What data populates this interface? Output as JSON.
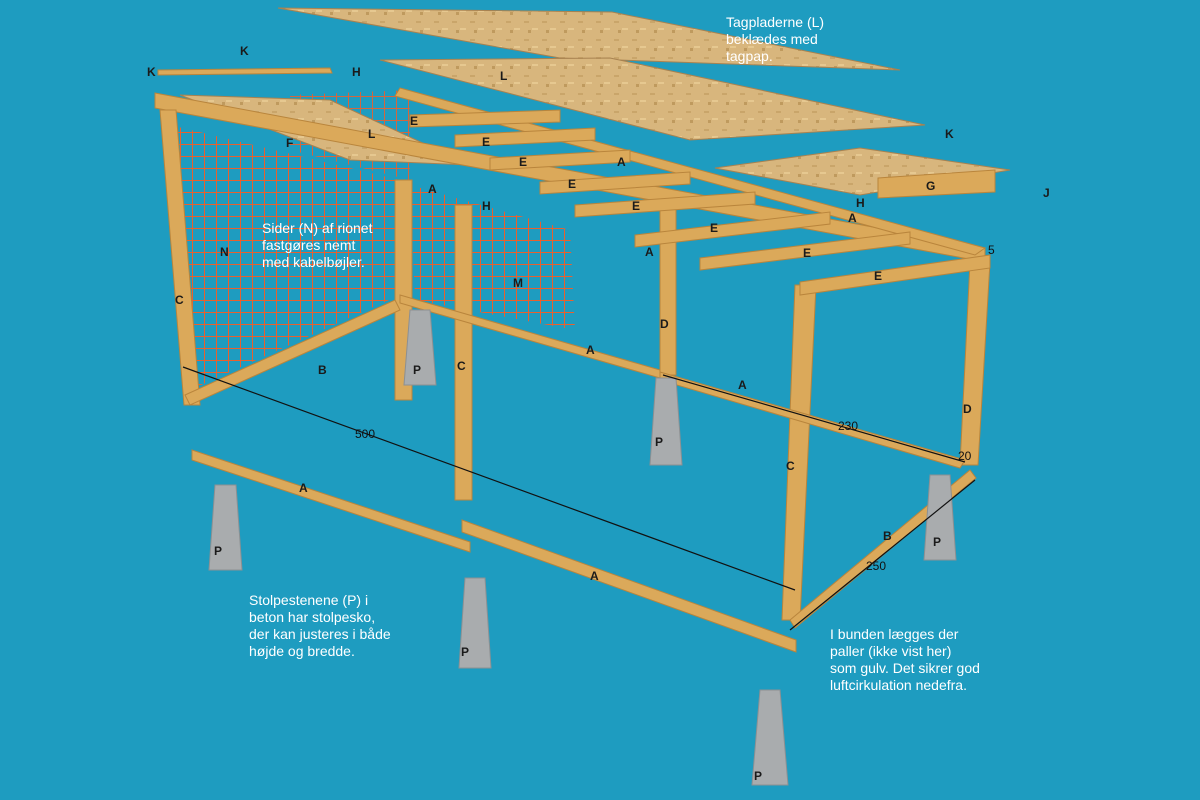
{
  "colors": {
    "background": "#1e9cc0",
    "wood": "#dba95a",
    "wood_dark": "#b9853c",
    "osb": "#d8b67d",
    "mesh": "#ff5a1f",
    "concrete": "#a9acae",
    "text": "#ffffff"
  },
  "notes": {
    "roof": [
      "Tagpladerne (L)",
      "beklædes med",
      "tagpap."
    ],
    "sides": [
      "Sider (N) af rionet",
      "fastgøres nemt",
      "med kabelbøjler."
    ],
    "posts": [
      "Stolpestenene (P) i",
      "beton har stolpesko,",
      "der kan justeres i både",
      "højde og bredde."
    ],
    "floor": [
      "I bunden lægges der",
      "paller (ikke vist her)",
      "som gulv. Det sikrer god",
      "luftcirkulation nedefra."
    ]
  },
  "part_labels": {
    "A": "A",
    "B": "B",
    "C": "C",
    "D": "D",
    "E": "E",
    "F": "F",
    "G": "G",
    "H": "H",
    "J": "J",
    "K": "K",
    "L": "L",
    "M": "M",
    "N": "N",
    "P": "P"
  },
  "dimensions": {
    "length": "500",
    "width": "230",
    "depth": "250",
    "offset": "20",
    "small": "5"
  }
}
